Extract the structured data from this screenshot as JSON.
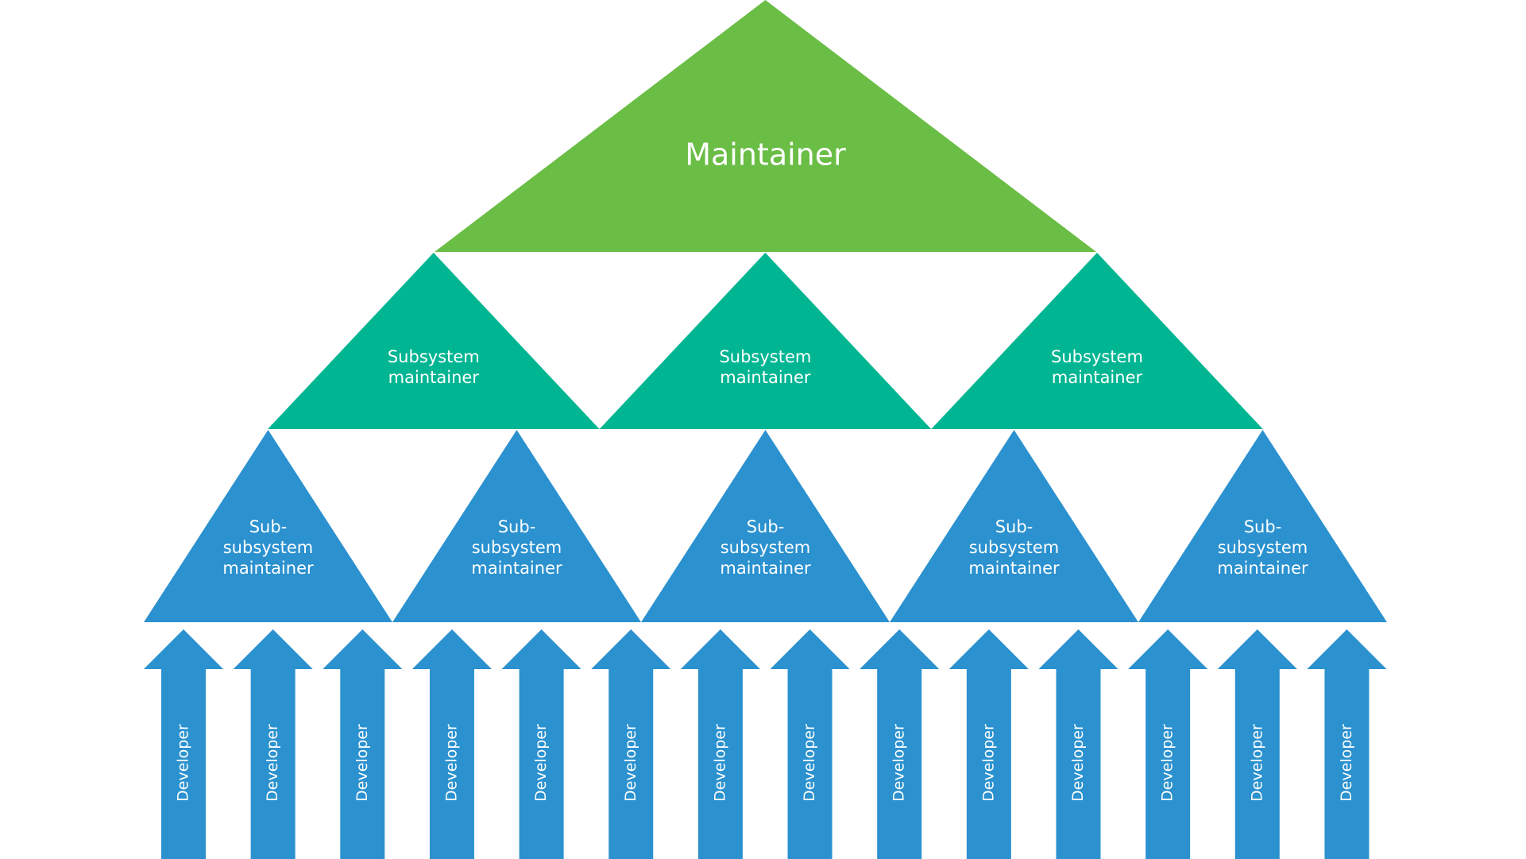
{
  "diagram": {
    "title": "Maintainer hierarchy",
    "colors": {
      "maintainer": "#6ABD45",
      "subsystem": "#00B592",
      "subsubsystem": "#2B91CF",
      "developer": "#2B91CF",
      "text": "#FFFFFF",
      "background": "#FFFFFF"
    },
    "levels": {
      "maintainer": {
        "count": 1,
        "label_lines": [
          "Maintainer"
        ]
      },
      "subsystem": {
        "count": 3,
        "label_lines": [
          "Subsystem",
          "maintainer"
        ]
      },
      "subsubsystem": {
        "count": 5,
        "label_lines": [
          "Sub-",
          "subsystem",
          "maintainer"
        ]
      },
      "developer": {
        "count": 14,
        "label": "Developer",
        "arrow_direction": "up"
      }
    }
  }
}
